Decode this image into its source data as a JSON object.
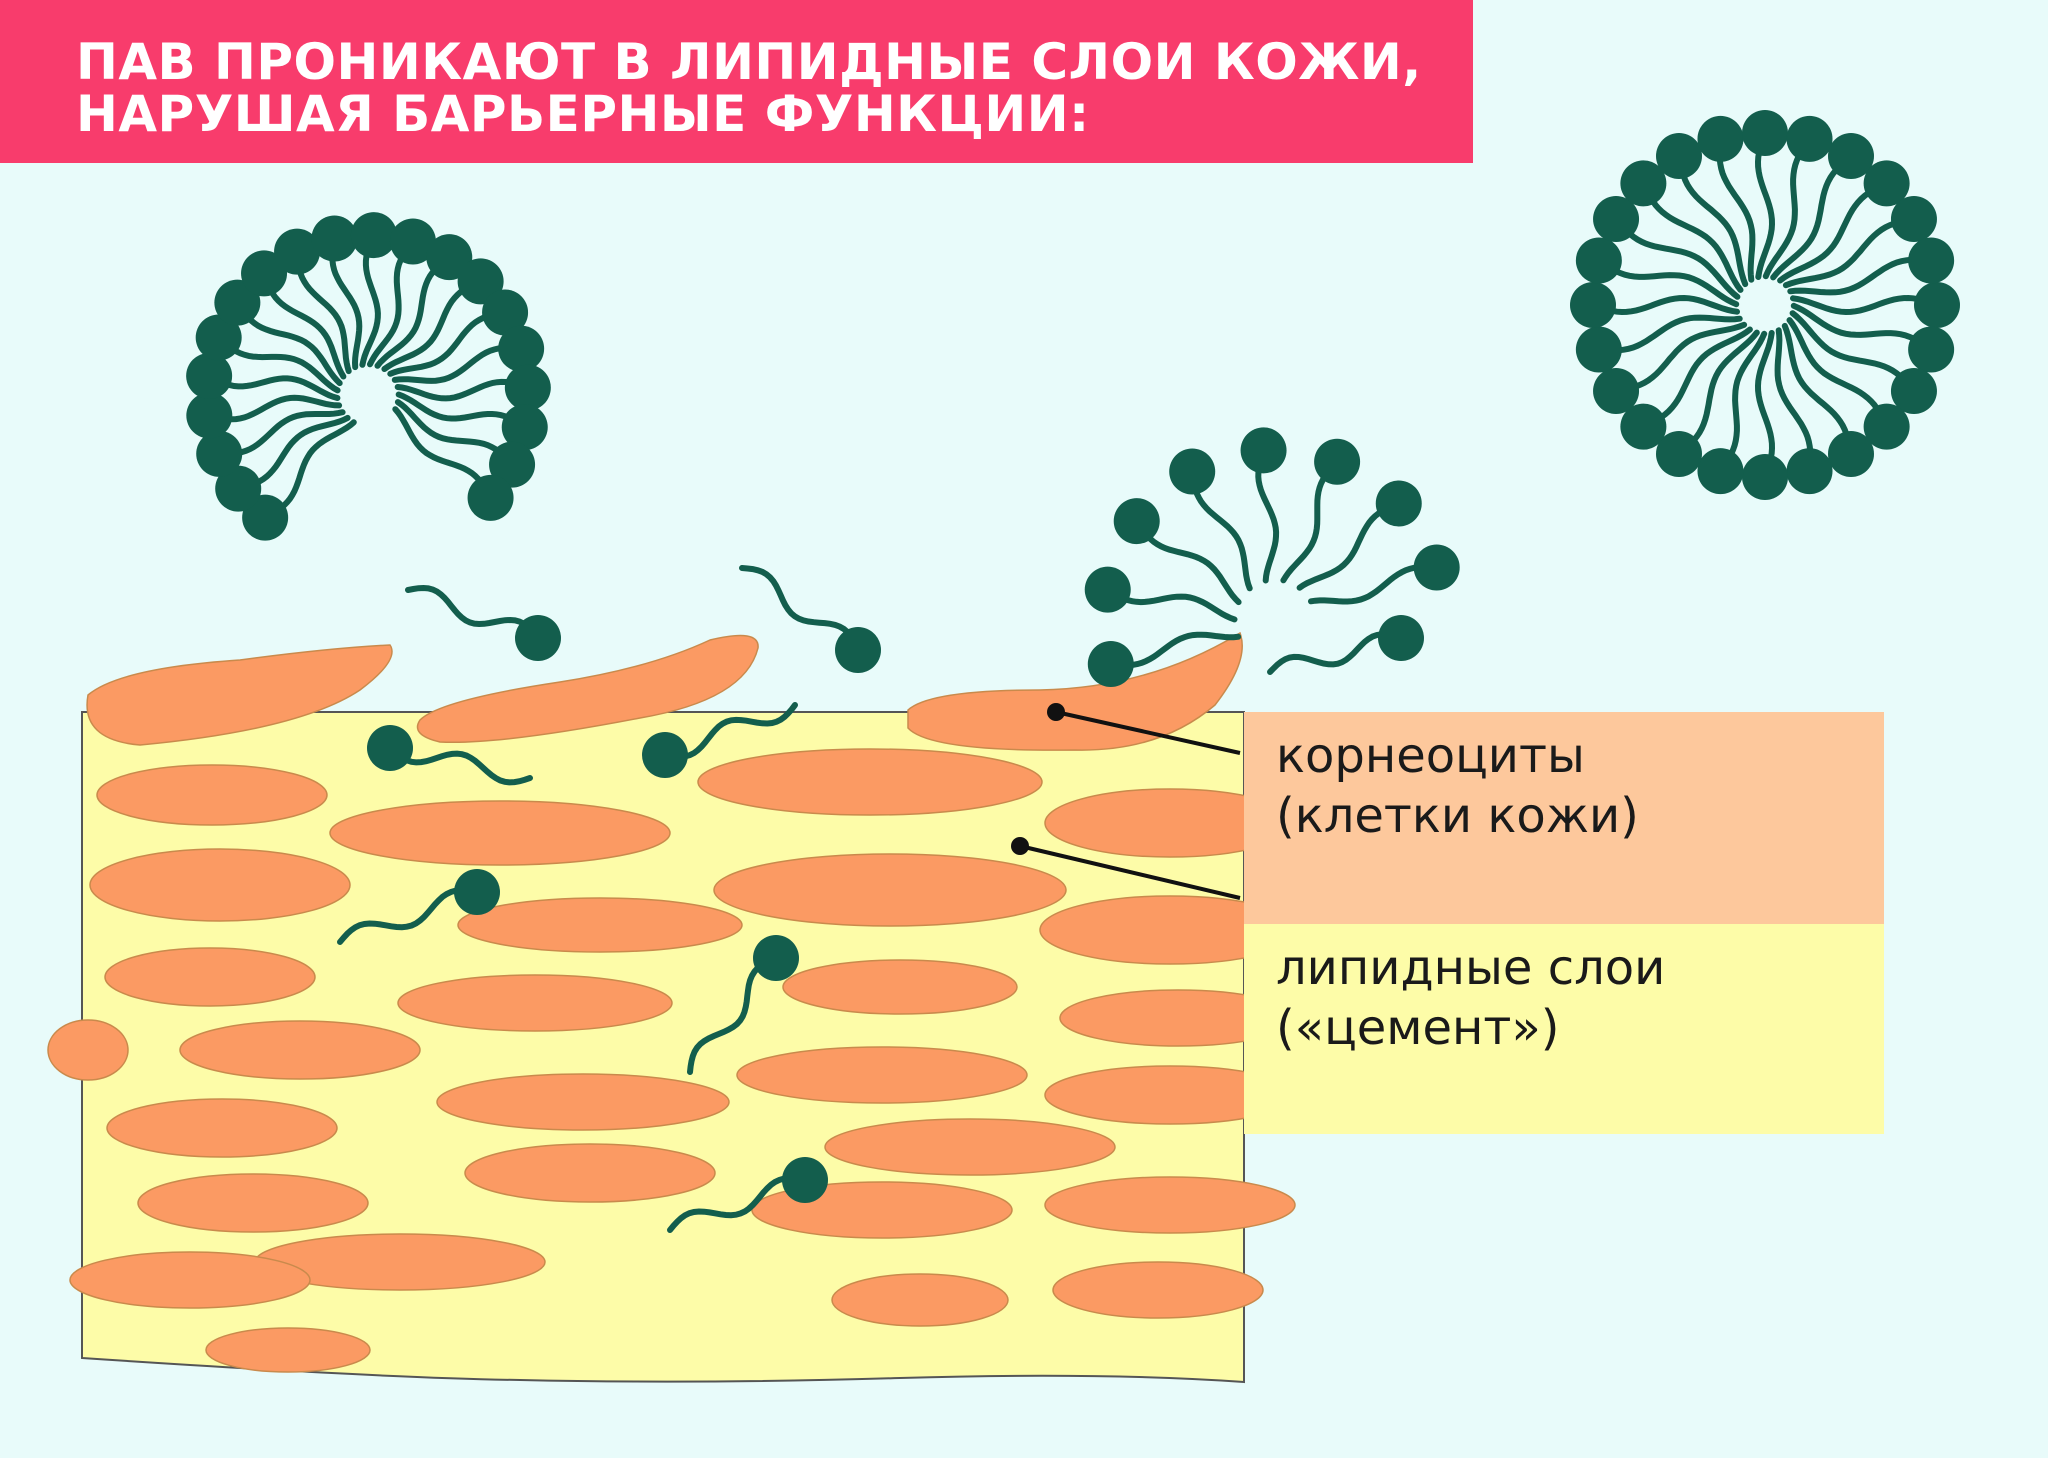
{
  "header": {
    "title": "ПАВ ПРОНИКАЮТ В ЛИПИДНЫЕ СЛОИ КОЖИ,\nНАРУШАЯ БАРЬЕРНЫЕ ФУНКЦИИ:"
  },
  "legend": {
    "corneocytes": "корнеоциты\n(клетки кожи)",
    "lipids": "липидные слои\n(«цемент»)"
  },
  "colors": {
    "background": "#e8fbfa",
    "banner": "#f83c6c",
    "lipid_layer": "#fdfca8",
    "cell": "#fb9a63",
    "cell_legend": "#fdc89c",
    "surfactant": "#135e4d"
  }
}
